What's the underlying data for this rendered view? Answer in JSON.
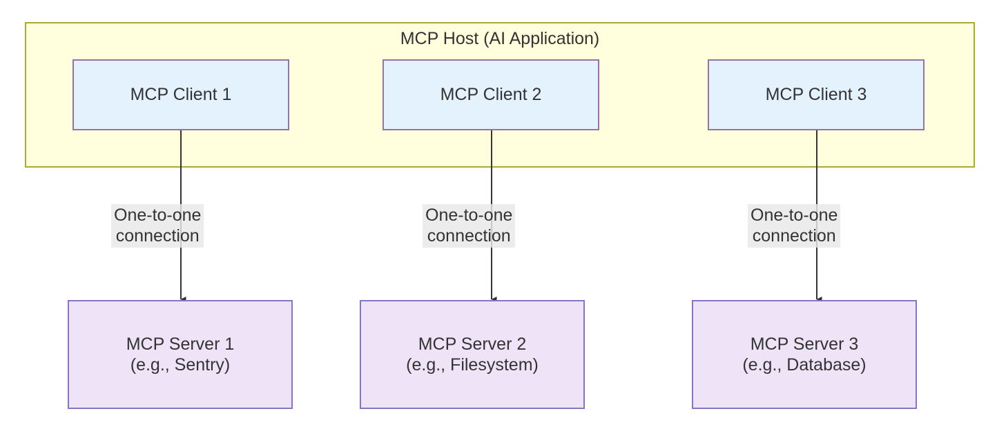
{
  "diagram": {
    "title": "MCP Host (AI Application)",
    "colors": {
      "host_fill": "#ffffde",
      "host_border": "#aaaa33",
      "client_fill": "#e3f2fd",
      "client_border": "#9673a6",
      "server_fill": "#efe3f7",
      "server_border": "#8476c4",
      "edge_stroke": "#333333",
      "edge_label_bg": "#e8e8e8",
      "text": "#333333"
    },
    "clients": [
      {
        "label": "MCP Client 1"
      },
      {
        "label": "MCP Client 2"
      },
      {
        "label": "MCP Client 3"
      }
    ],
    "servers": [
      {
        "line1": "MCP Server 1",
        "line2": "(e.g., Sentry)"
      },
      {
        "line1": "MCP Server 2",
        "line2": "(e.g., Filesystem)"
      },
      {
        "line1": "MCP Server 3",
        "line2": "(e.g., Database)"
      }
    ],
    "edges": [
      {
        "line1": "One-to-one",
        "line2": "connection"
      },
      {
        "line1": "One-to-one",
        "line2": "connection"
      },
      {
        "line1": "One-to-one",
        "line2": "connection"
      }
    ]
  }
}
